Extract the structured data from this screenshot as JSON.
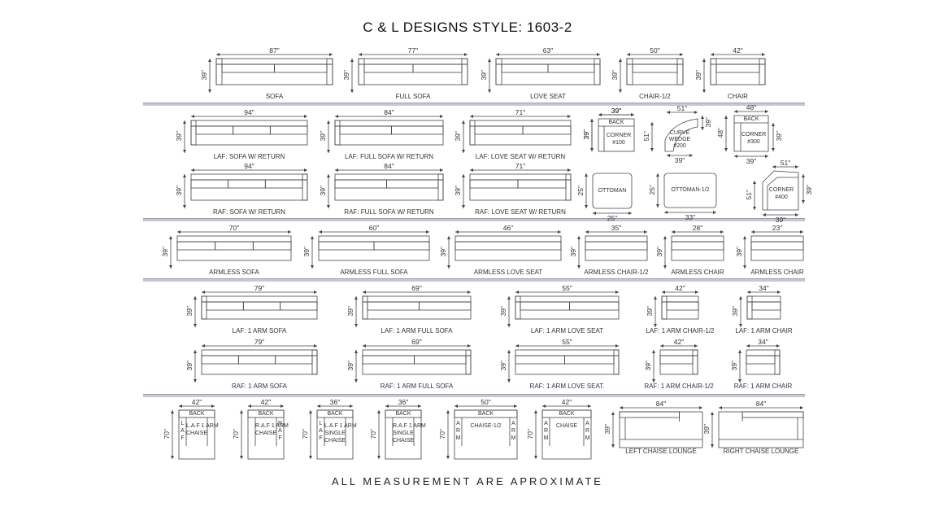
{
  "title": "C & L DESIGNS STYLE:   1603-2",
  "footer": "ALL MEASUREMENT ARE APROXIMATE",
  "colors": {
    "line": "#444444",
    "divider": "#c5c9d0"
  },
  "pieces": [
    {
      "id": "sofa",
      "label": "SOFA",
      "w": "87\"",
      "h": "39\"",
      "shape": "sofa",
      "seats": 2
    },
    {
      "id": "full-sofa",
      "label": "FULL SOFA",
      "w": "77\"",
      "h": "39\"",
      "shape": "sofa",
      "seats": 2
    },
    {
      "id": "love-seat",
      "label": "LOVE SEAT",
      "w": "63\"",
      "h": "39\"",
      "shape": "sofa",
      "seats": 2
    },
    {
      "id": "chair-half",
      "label": "CHAIR-1/2",
      "w": "50\"",
      "h": "39\"",
      "shape": "sofa",
      "seats": 1
    },
    {
      "id": "chair",
      "label": "CHAIR",
      "w": "42\"",
      "h": "39\"",
      "shape": "sofa",
      "seats": 1
    },
    {
      "id": "laf-sofa-return",
      "label": "LAF: SOFA W/ RETURN",
      "w": "94\"",
      "h": "39\"",
      "shape": "laf",
      "seats": 3
    },
    {
      "id": "laf-full-sofa-return",
      "label": "LAF: FULL SOFA W/ RETURN",
      "w": "84\"",
      "h": "39\"",
      "shape": "laf",
      "seats": 2
    },
    {
      "id": "laf-love-seat-return",
      "label": "LAF: LOVE SEAT W/ RETURN",
      "w": "71\"",
      "h": "39\"",
      "shape": "laf",
      "seats": 2
    },
    {
      "id": "corner-100",
      "label": "",
      "w": "39\"",
      "h": "39\"",
      "shape": "corner",
      "inner": [
        "BACK",
        "CORNER",
        "#100"
      ]
    },
    {
      "id": "curve-wedge-200",
      "label": "",
      "w": "51\"",
      "h": "51\"",
      "h2": "39\"",
      "w2": "39\"",
      "shape": "wedge",
      "inner": [
        "CURVE",
        "WEDGE",
        "#200"
      ]
    },
    {
      "id": "corner-300",
      "label": "",
      "w": "48\"",
      "h": "48\"",
      "h2": "39\"",
      "w2": "39\"",
      "shape": "corner300",
      "inner": [
        "BACK",
        "CORNER",
        "#300"
      ]
    },
    {
      "id": "raf-sofa-return",
      "label": "RAF: SOFA W/ RETURN",
      "w": "94\"",
      "h": "39\"",
      "shape": "raf",
      "seats": 3
    },
    {
      "id": "raf-full-sofa-return",
      "label": "RAF: FULL SOFA W/ RETURN",
      "w": "84\"",
      "h": "39\"",
      "shape": "raf",
      "seats": 2
    },
    {
      "id": "raf-love-seat-return",
      "label": "RAF: LOVE SEAT W/ RETURN",
      "w": "71\"",
      "h": "39\"",
      "shape": "raf",
      "seats": 2
    },
    {
      "id": "ottoman",
      "label": "",
      "w": "25\"",
      "h": "25\"",
      "shape": "ottoman",
      "inner": [
        "OTTOMAN"
      ]
    },
    {
      "id": "ottoman-half",
      "label": "",
      "w": "33\"",
      "h": "25\"",
      "shape": "ottoman",
      "inner": [
        "OTTOMAN-1/2"
      ]
    },
    {
      "id": "corner-400",
      "label": "",
      "w": "51\"",
      "h": "51\"",
      "h2": "39\"",
      "w2": "39\"",
      "shape": "corner400",
      "inner": [
        "CORNER",
        "#400"
      ]
    },
    {
      "id": "armless-sofa",
      "label": "ARMLESS SOFA",
      "w": "70\"",
      "h": "39\"",
      "shape": "armless",
      "seats": 3
    },
    {
      "id": "armless-full-sofa",
      "label": "ARMLESS FULL SOFA",
      "w": "60\"",
      "h": "39\"",
      "shape": "armless",
      "seats": 2
    },
    {
      "id": "armless-love-seat",
      "label": "ARMLESS LOVE SEAT",
      "w": "46\"",
      "h": "39\"",
      "shape": "armless",
      "seats": 1
    },
    {
      "id": "armless-chair-half",
      "label": "ARMLESS CHAIR-1/2",
      "w": "35\"",
      "h": "39\"",
      "shape": "armless",
      "seats": 1
    },
    {
      "id": "armless-chair-28",
      "label": "ARMLESS CHAIR",
      "w": "28\"",
      "h": "39\"",
      "shape": "armless",
      "seats": 1
    },
    {
      "id": "armless-chair-23",
      "label": "ARMLESS CHAIR",
      "w": "23\"",
      "h": "39\"",
      "shape": "armless",
      "seats": 1
    },
    {
      "id": "laf-1arm-sofa",
      "label": "LAF: 1 ARM SOFA",
      "w": "79\"",
      "h": "39\"",
      "shape": "laf1",
      "seats": 3
    },
    {
      "id": "laf-1arm-full-sofa",
      "label": "LAF: 1 ARM FULL SOFA",
      "w": "69\"",
      "h": "39\"",
      "shape": "laf1",
      "seats": 2
    },
    {
      "id": "laf-1arm-love-seat",
      "label": "LAF: 1 ARM LOVE SEAT",
      "w": "55\"",
      "h": "39\"",
      "shape": "laf1",
      "seats": 2
    },
    {
      "id": "laf-1arm-chair-half",
      "label": "LAF: 1 ARM CHAIR-1/2",
      "w": "42\"",
      "h": "39\"",
      "shape": "laf1",
      "seats": 1
    },
    {
      "id": "laf-1arm-chair",
      "label": "LAF: 1 ARM CHAIR",
      "w": "34\"",
      "h": "39\"",
      "shape": "laf1",
      "seats": 1
    },
    {
      "id": "raf-1arm-sofa",
      "label": "RAF: 1 ARM SOFA",
      "w": "79\"",
      "h": "39\"",
      "shape": "raf1",
      "seats": 3
    },
    {
      "id": "raf-1arm-full-sofa",
      "label": "RAF: 1 ARM FULL SOFA",
      "w": "69\"",
      "h": "39\"",
      "shape": "raf1",
      "seats": 2
    },
    {
      "id": "raf-1arm-love-seat",
      "label": "RAF: 1 ARM LOVE SEAT.",
      "w": "55\"",
      "h": "39\"",
      "shape": "raf1",
      "seats": 2
    },
    {
      "id": "raf-1arm-chair-half",
      "label": "RAF: 1 ARM CHAIR-1/2",
      "w": "42\"",
      "h": "39\"",
      "shape": "raf1",
      "seats": 1
    },
    {
      "id": "raf-1arm-chair",
      "label": "RAF: 1 ARM CHAIR",
      "w": "34\"",
      "h": "39\"",
      "shape": "raf1",
      "seats": 1
    },
    {
      "id": "laf-1arm-chaise",
      "label": "",
      "w": "42\"",
      "h": "70\"",
      "shape": "chaise",
      "top": "BACK",
      "left": "LAF",
      "right": "",
      "center": [
        "L.A.F 1 ARM",
        "CHAISE"
      ]
    },
    {
      "id": "raf-1arm-chaise",
      "label": "",
      "w": "42\"",
      "h": "70\"",
      "shape": "chaise",
      "top": "BACK",
      "left": "",
      "right": "RAF",
      "center": [
        "R.A.F 1 ARM",
        "CHAISE"
      ]
    },
    {
      "id": "laf-1arm-single-chaise",
      "label": "",
      "w": "36\"",
      "h": "70\"",
      "shape": "chaise",
      "top": "BACK",
      "left": "LAF",
      "right": "",
      "center": [
        "L.A.F 1 ARM",
        "SINGLE",
        "CHAISE"
      ]
    },
    {
      "id": "raf-1arm-single-chaise",
      "label": "",
      "w": "36\"",
      "h": "70\"",
      "shape": "chaise",
      "top": "BACK",
      "left": "",
      "right": "",
      "center": [
        "R.A.F 1 ARM",
        "SINGLE",
        "CHAISE"
      ]
    },
    {
      "id": "chaise-half",
      "label": "",
      "w": "50\"",
      "h": "70\"",
      "shape": "chaise",
      "top": "BACK",
      "left": "ARM",
      "right": "ARM",
      "center": [
        "CHAISE-1/2"
      ]
    },
    {
      "id": "chaise",
      "label": "",
      "w": "42\"",
      "h": "70\"",
      "shape": "chaise",
      "top": "BACK",
      "left": "ARM",
      "right": "ARM",
      "center": [
        "CHAISE"
      ]
    },
    {
      "id": "left-chaise-lounge",
      "label": "LEFT CHAISE LOUNGE",
      "w": "84\"",
      "h": "39\"",
      "shape": "lounge-left"
    },
    {
      "id": "right-chaise-lounge",
      "label": "RIGHT CHAISE LOUNGE",
      "w": "84\"",
      "h": "39\"",
      "shape": "lounge-right"
    }
  ]
}
